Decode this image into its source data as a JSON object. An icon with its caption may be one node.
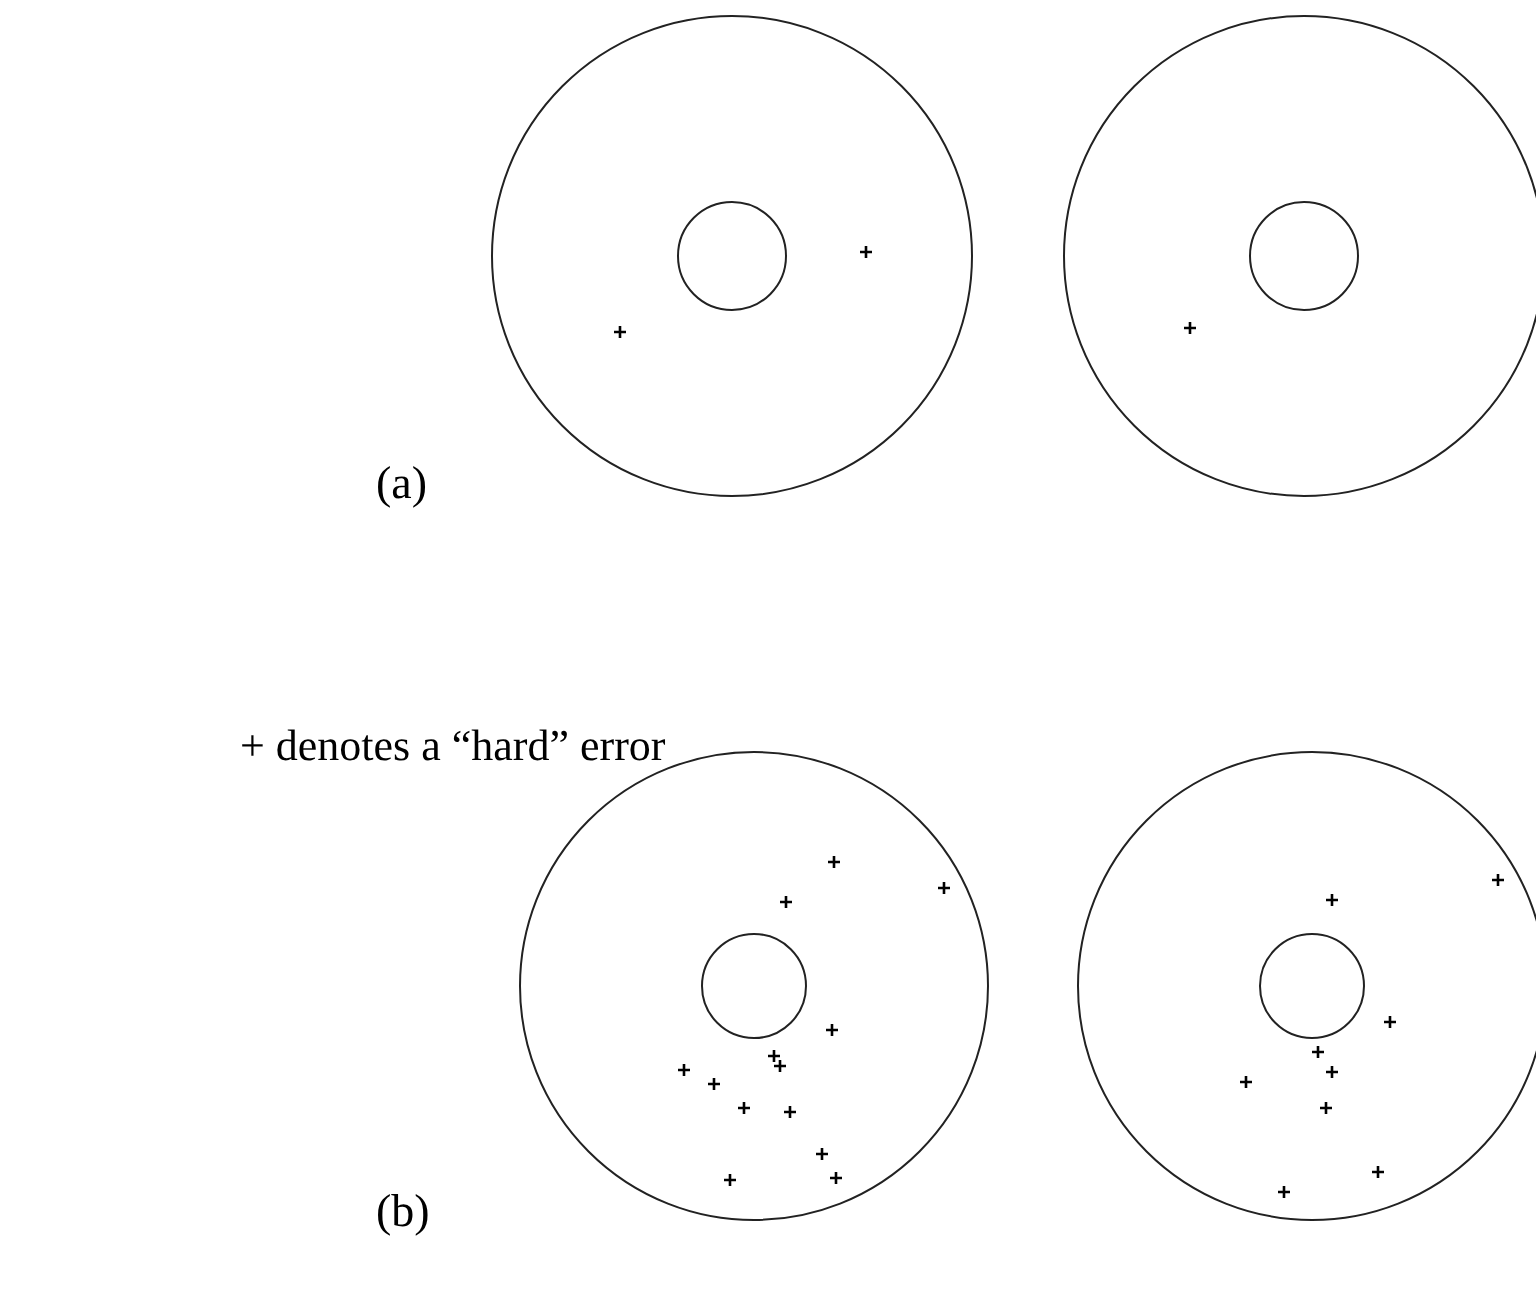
{
  "diagram": {
    "labels": [
      "(a)",
      "+ denotes a “hard” error",
      "(b)"
    ]
  }
}
